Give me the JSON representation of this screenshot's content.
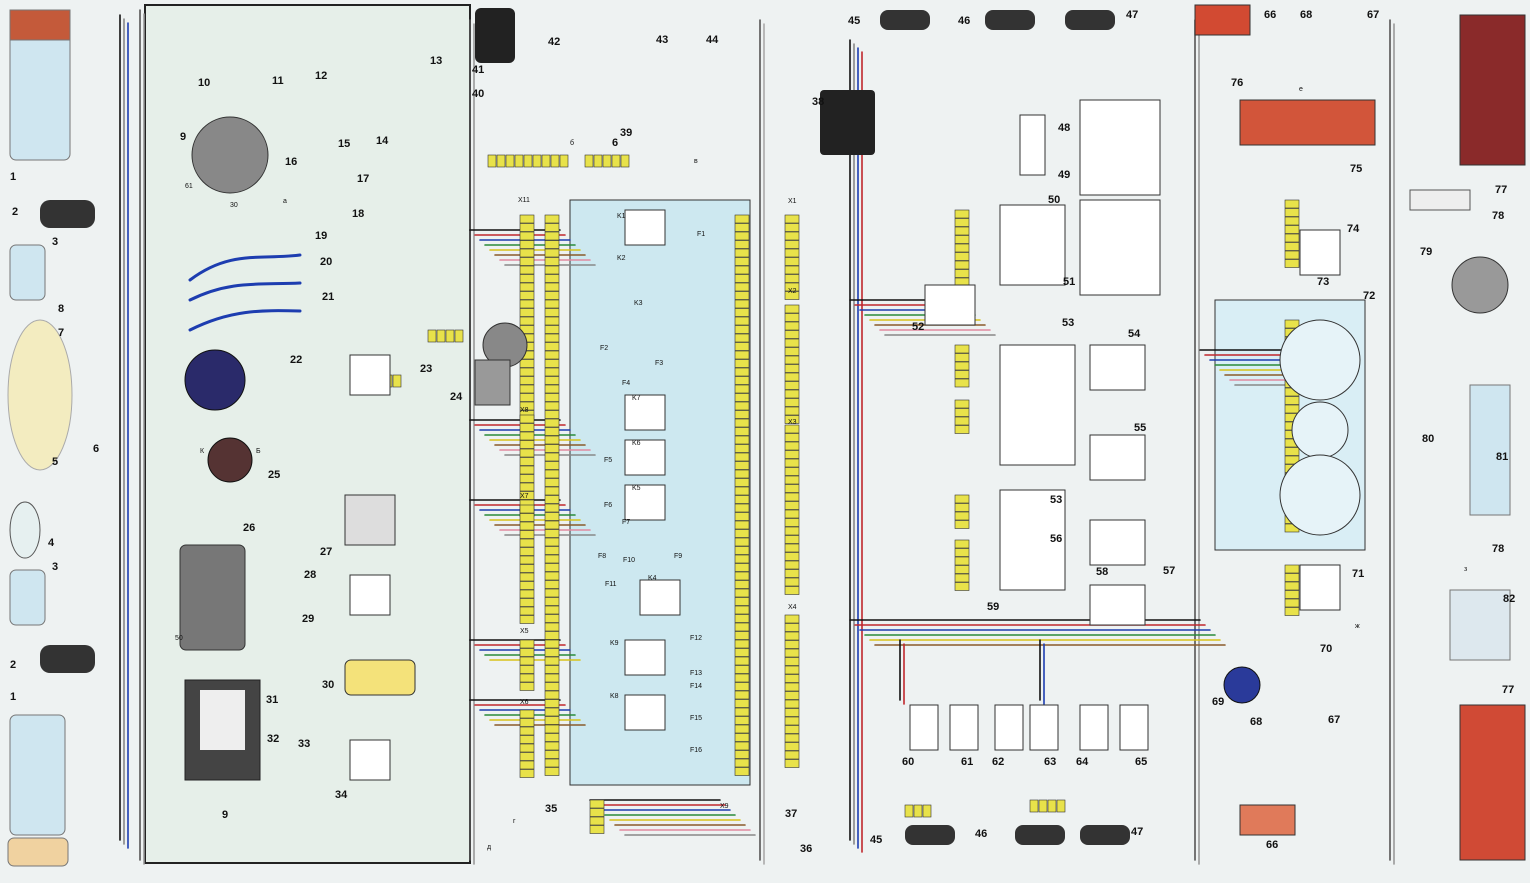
{
  "numbers_left": [
    "1",
    "2",
    "3",
    "4",
    "5",
    "6",
    "7",
    "8",
    "9",
    "10",
    "11",
    "12",
    "13",
    "14",
    "15",
    "16",
    "17",
    "18",
    "19",
    "20",
    "21",
    "22",
    "23",
    "24",
    "25",
    "26",
    "27",
    "28",
    "29",
    "30",
    "31",
    "32",
    "33",
    "34"
  ],
  "numbers_top": [
    "40",
    "41",
    "42",
    "43",
    "44",
    "39"
  ],
  "numbers_right": [
    "45",
    "46",
    "47",
    "48",
    "49",
    "50",
    "51",
    "52",
    "53",
    "54",
    "55",
    "56",
    "57",
    "58",
    "59",
    "60",
    "61",
    "62",
    "63",
    "64",
    "65",
    "66",
    "67",
    "68",
    "69",
    "70",
    "71",
    "72",
    "73",
    "74",
    "75",
    "76",
    "77",
    "78",
    "79",
    "80",
    "81",
    "82"
  ],
  "center_labels": {
    "fuse_block_number": "35",
    "relays": [
      "K1",
      "K2",
      "K3",
      "K4",
      "K5",
      "K6",
      "K7",
      "K8",
      "K9"
    ],
    "fuses": [
      "F1",
      "F2",
      "F3",
      "F4",
      "F5",
      "F6",
      "F7",
      "F8",
      "F9",
      "F10",
      "F11",
      "F12",
      "F13",
      "F14",
      "F15",
      "F16"
    ],
    "connectors": [
      "X11",
      "X8",
      "X7",
      "X5",
      "X6",
      "X9"
    ],
    "connectors_right": [
      "X1",
      "X2",
      "X3",
      "X4"
    ],
    "letters": [
      "а",
      "б",
      "в",
      "г",
      "д",
      "е",
      "ж",
      "з"
    ]
  },
  "misc": {
    "terminal_30": "30",
    "terminal_50": "50",
    "terminal_61": "61",
    "label_K": "К",
    "label_B": "Б",
    "num_36": "36",
    "num_37": "37",
    "num_38": "38"
  },
  "colors": {
    "bg_left": "#e9f0ef",
    "bg_center": "#cde8f0",
    "connector": "#e8e24a",
    "lamp_bg": "#cfe6f0",
    "red_lamp": "#d24a32",
    "blue_wire": "#1d3db0"
  }
}
